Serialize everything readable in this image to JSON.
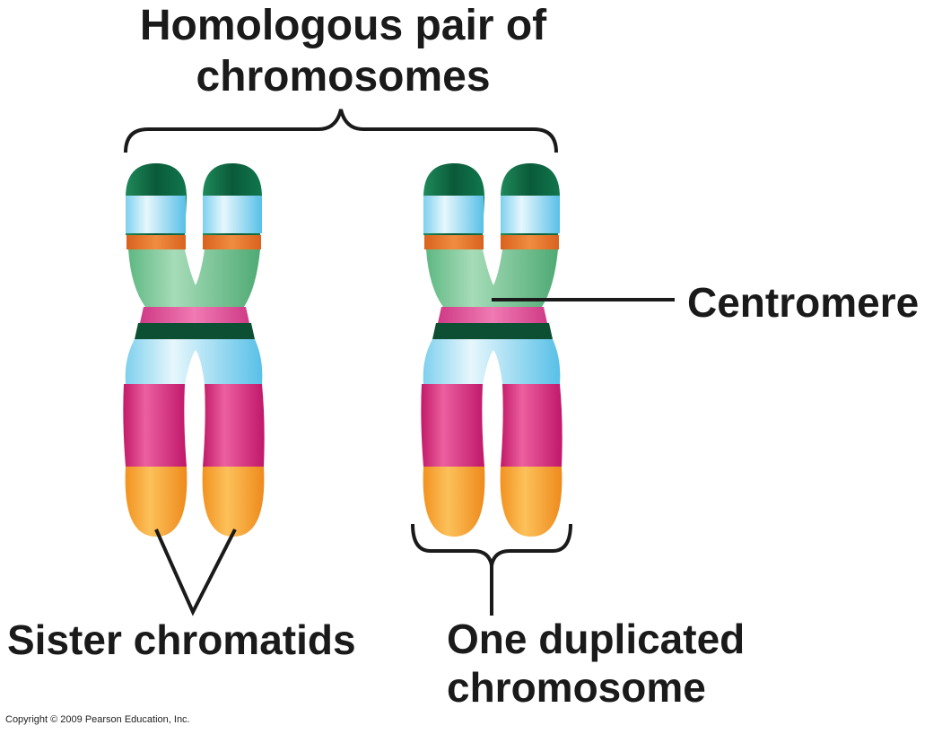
{
  "title": {
    "line1": "Homologous pair of",
    "line2": "chromosomes"
  },
  "labels": {
    "centromere": "Centromere",
    "sister_chromatids": "Sister chromatids",
    "duplicated_line1": "One duplicated",
    "duplicated_line2": "chromosome"
  },
  "copyright": "Copyright © 2009 Pearson Education, Inc.",
  "colors": {
    "tip_green": "#0f6b45",
    "light_blue": "#bfe8f6",
    "orange_band": "#e8762d",
    "arm_green": "#7fc79a",
    "magenta_band": "#e0519b",
    "dark_green_band": "#0c4f33",
    "magenta": "#d82c7c",
    "orange_tip": "#f7a531",
    "line": "#1a1a1a"
  }
}
